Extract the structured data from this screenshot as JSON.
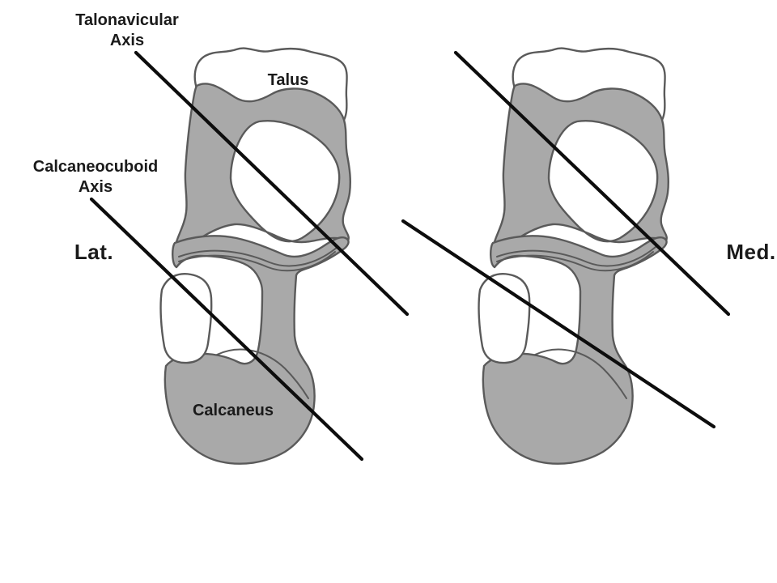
{
  "diagram": {
    "panels": {
      "lateral": {
        "side_label": "Lat.",
        "talonavicular_axis_label": {
          "line1": "Talonavicular",
          "line2": "Axis"
        },
        "calcaneocuboid_axis_label": {
          "line1": "Calcaneocuboid",
          "line2": "Axis"
        },
        "talus_label": "Talus",
        "calcaneus_label": "Calcaneus"
      },
      "medial": {
        "side_label": "Med."
      }
    },
    "colors": {
      "background": "#ffffff",
      "bone_fill": "#ffffff",
      "overlay_fill": "#a9a9a9",
      "outline": "#5a5a5a",
      "axis_line": "#0d0d0d",
      "label_text": "#1a1a1a"
    }
  }
}
